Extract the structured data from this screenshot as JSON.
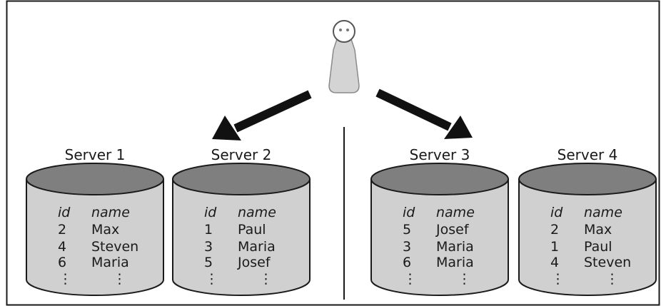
{
  "colors": {
    "frame": "#1a1a1a",
    "cylinder_top": "#7f7f7f",
    "cylinder_body": "#d0d0d0",
    "user": "#d4d4d4",
    "arrow": "#111111"
  },
  "user": {
    "icon": "user-figure-icon"
  },
  "servers": [
    {
      "label": "Server 1",
      "columns": [
        "id",
        "name"
      ],
      "rows": [
        {
          "id": "2",
          "name": "Max"
        },
        {
          "id": "4",
          "name": "Steven"
        },
        {
          "id": "6",
          "name": "Maria"
        }
      ],
      "more": "⋮"
    },
    {
      "label": "Server 2",
      "columns": [
        "id",
        "name"
      ],
      "rows": [
        {
          "id": "1",
          "name": "Paul"
        },
        {
          "id": "3",
          "name": "Maria"
        },
        {
          "id": "5",
          "name": "Josef"
        }
      ],
      "more": "⋮"
    },
    {
      "label": "Server 3",
      "columns": [
        "id",
        "name"
      ],
      "rows": [
        {
          "id": "5",
          "name": "Josef"
        },
        {
          "id": "3",
          "name": "Maria"
        },
        {
          "id": "6",
          "name": "Maria"
        }
      ],
      "more": "⋮"
    },
    {
      "label": "Server 4",
      "columns": [
        "id",
        "name"
      ],
      "rows": [
        {
          "id": "2",
          "name": "Max"
        },
        {
          "id": "1",
          "name": "Paul"
        },
        {
          "id": "4",
          "name": "Steven"
        }
      ],
      "more": "⋮"
    }
  ]
}
